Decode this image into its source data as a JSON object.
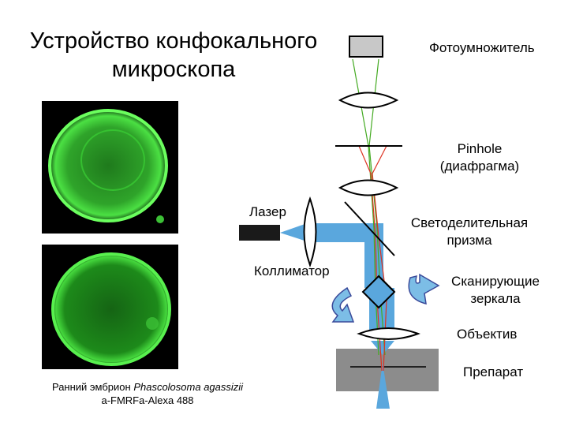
{
  "title": {
    "line1": "Устройство конфокального",
    "line2": "микроскопа"
  },
  "labels": {
    "photomultiplier": "Фотоумножитель",
    "pinhole_line1": "Pinhole",
    "pinhole_line2": "(диафрагма)",
    "laser": "Лазер",
    "beamsplitter_line1": "Светоделительная",
    "beamsplitter_line2": "призма",
    "collimator": "Коллиматор",
    "scanning_line1": "Сканирующие",
    "scanning_line2": "зеркала",
    "objective": "Объектив",
    "specimen": "Препарат"
  },
  "caption": {
    "prefix": "Ранний эмбрион ",
    "species": "Phascolosoma agassizii",
    "line2": "a-FMRFa-Alexa 488"
  },
  "colors": {
    "beam": "#5aa7dd",
    "emission": "#44aa22",
    "excitation": "#dd3322",
    "fluorescence": "#22dd22",
    "specimen_plate": "#8c8c8c"
  }
}
